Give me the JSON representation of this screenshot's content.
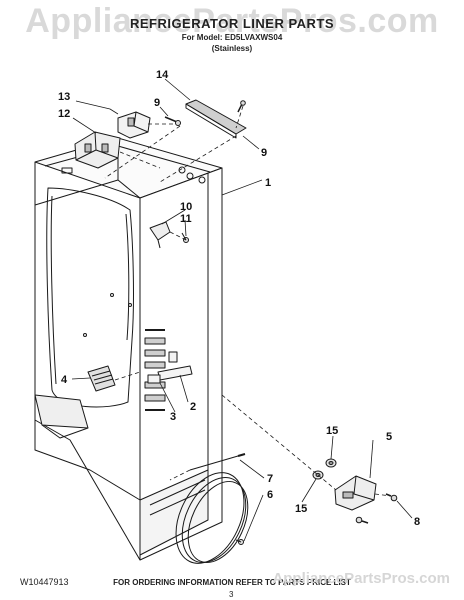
{
  "watermark": "AppliancePartsPros.com",
  "title": "REFRIGERATOR LINER PARTS",
  "model_line": "For Model: ED5LVAXWS04",
  "finish_line": "(Stainless)",
  "callouts": [
    "1",
    "2",
    "3",
    "4",
    "5",
    "6",
    "7",
    "8",
    "9",
    "9",
    "10",
    "11",
    "12",
    "13",
    "14",
    "15",
    "15"
  ],
  "footer": {
    "doc_number": "W10447913",
    "notice": "FOR ORDERING INFORMATION REFER TO PARTS PRICE LIST",
    "page": "3",
    "watermark": "AppliancePartsPros.com"
  },
  "colors": {
    "line": "#1a1a1a",
    "watermark": "#d9d9d9"
  }
}
